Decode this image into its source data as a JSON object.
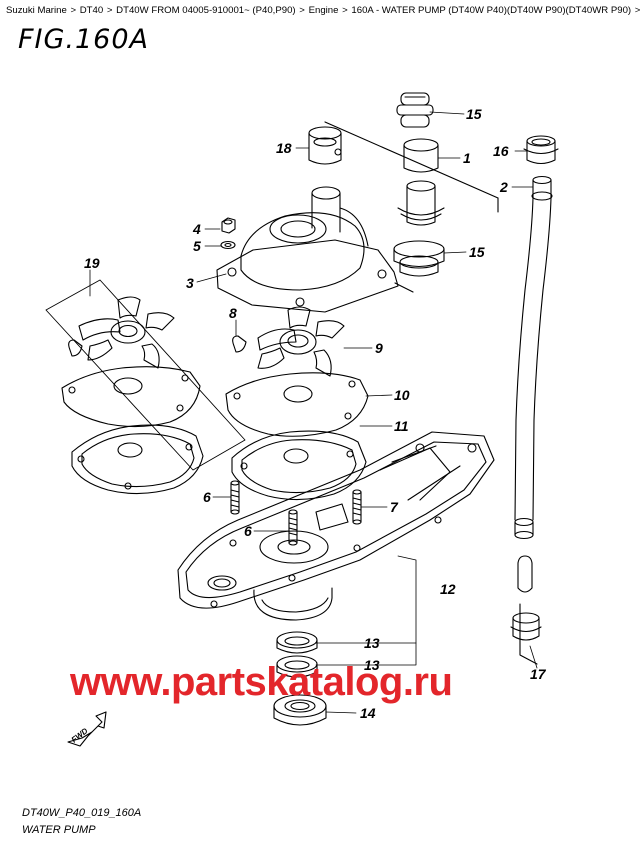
{
  "breadcrumb": [
    "Suzuki Marine",
    "DT40",
    "DT40W FROM 04005-910001~ (P40,P90)",
    "Engine",
    "160A - WATER PUMP (DT40W P40)(DT40W P90)(DT40WR P90)"
  ],
  "breadcrumb_sep": ">",
  "figure_title": "FIG.160A",
  "callouts": [
    "15",
    "1",
    "18",
    "16",
    "2",
    "4",
    "5",
    "15",
    "3",
    "19",
    "8",
    "9",
    "10",
    "11",
    "6",
    "7",
    "6",
    "12",
    "13",
    "13",
    "14",
    "17"
  ],
  "fwd_label": "FWD",
  "watermark": "www.partskatalog.ru",
  "footer": {
    "code": "DT40W_P40_019_160A",
    "name": "WATER PUMP"
  }
}
